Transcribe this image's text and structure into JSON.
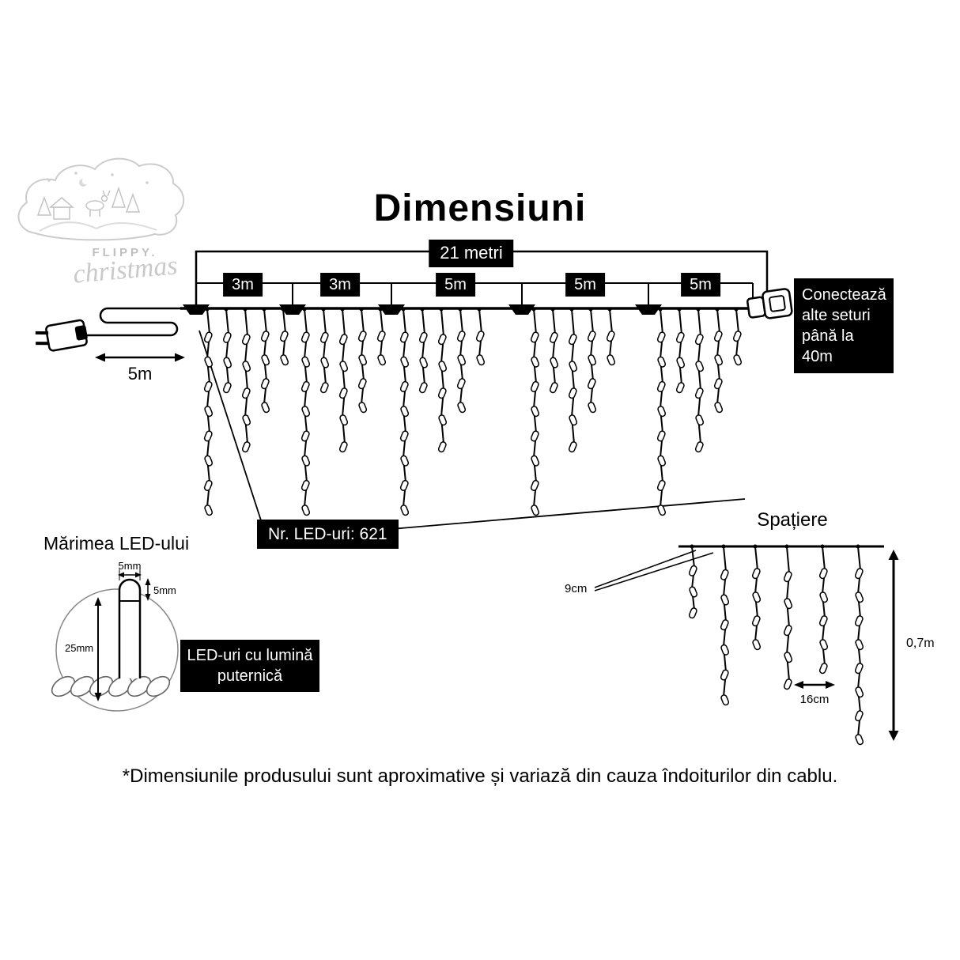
{
  "title": "Dimensiuni",
  "logo": {
    "brand": "FLIPPY.",
    "brand_script": "christmas"
  },
  "curtain": {
    "total_length": "21 metri",
    "segments": [
      "3m",
      "3m",
      "5m",
      "5m",
      "5m"
    ],
    "lead_length": "5m",
    "led_count": "Nr. LED-uri: 621",
    "connector_line1": "Conectează",
    "connector_line2": "alte seturi",
    "connector_line3": "până la 40m"
  },
  "led_size": {
    "heading": "Mărimea LED-ului",
    "cap_width": "5mm",
    "cap_height": "5mm",
    "body_length": "25mm",
    "note": "LED-uri cu lumină puternică"
  },
  "spacing": {
    "heading": "Spațiere",
    "drop_gap": "9cm",
    "led_gap": "16cm",
    "drop_length": "0,7m"
  },
  "footer": "*Dimensiunile produsului sunt aproximative și variază din cauza îndoiturilor din cablu."
}
